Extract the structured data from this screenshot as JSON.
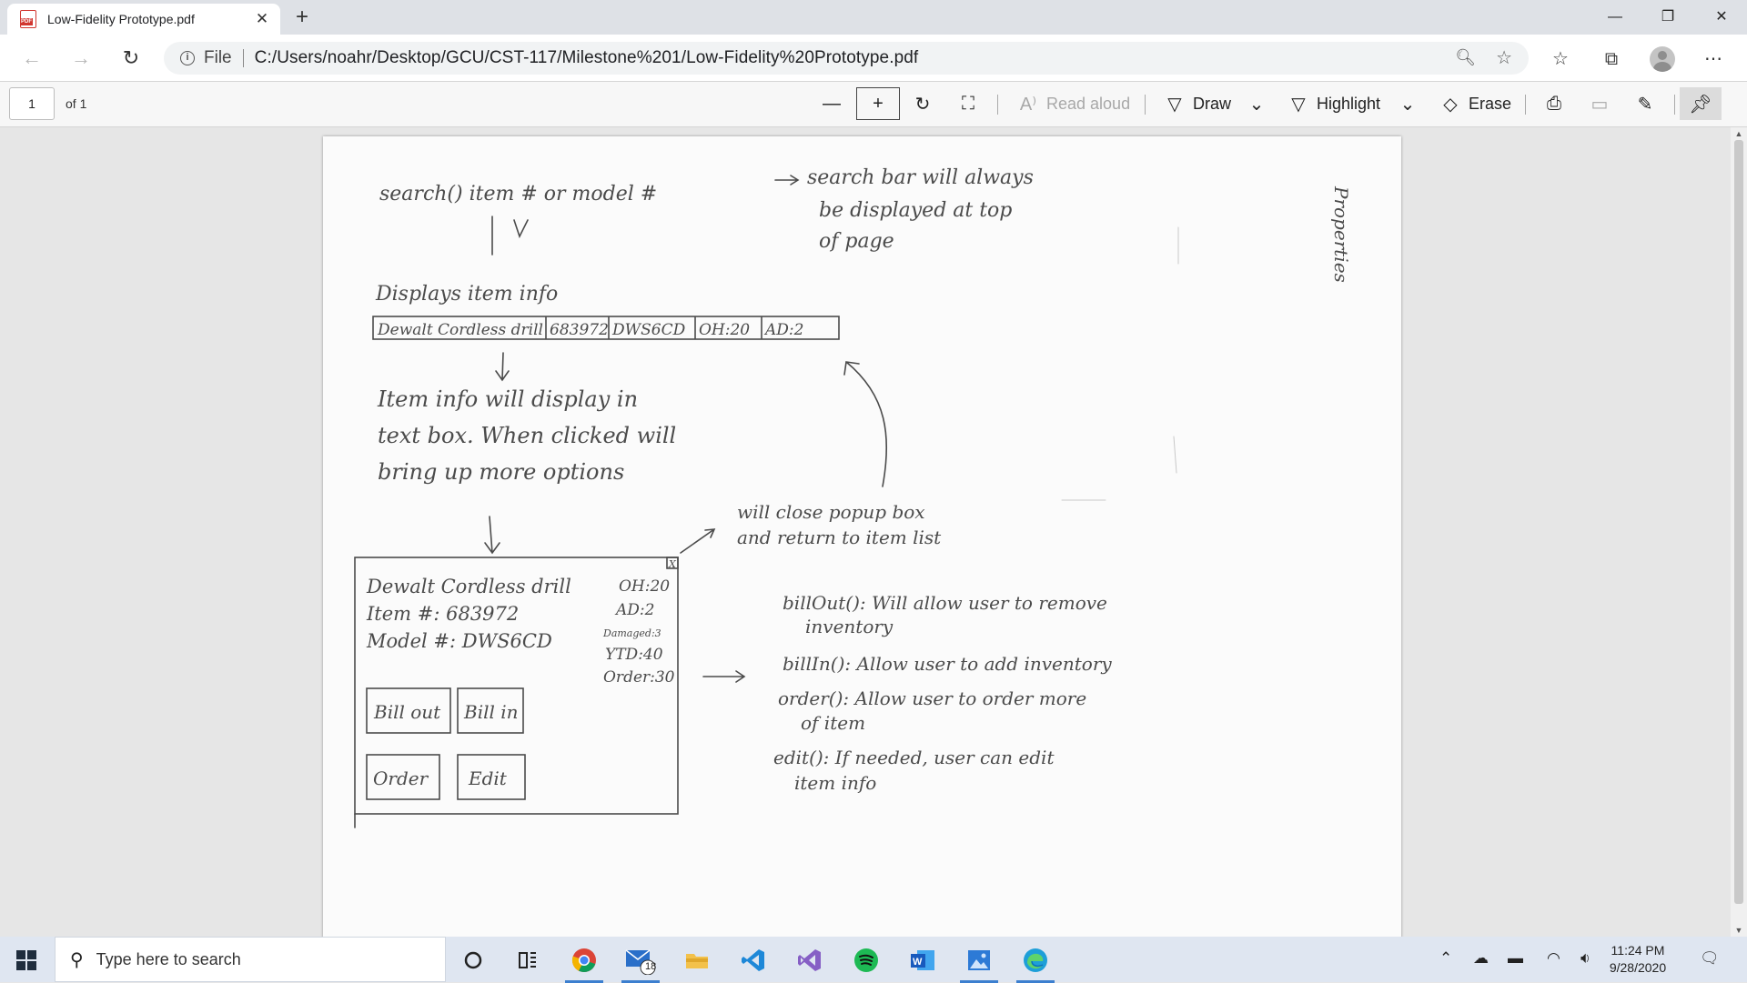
{
  "browser": {
    "tab_title": "Low-Fidelity Prototype.pdf",
    "url_scheme": "File",
    "url": "C:/Users/noahr/Desktop/GCU/CST-117/Milestone%201/Low-Fidelity%20Prototype.pdf"
  },
  "pdf_toolbar": {
    "page_number": "1",
    "page_of": "of 1",
    "read_aloud": "Read aloud",
    "draw": "Draw",
    "highlight": "Highlight",
    "erase": "Erase"
  },
  "sketch": {
    "search_line": "search() item #  or model #",
    "search_note_1": "search bar will always",
    "search_note_2": "be displayed at top",
    "search_note_3": "of page",
    "properties": "Properties",
    "displays_info": "Displays item info",
    "row_cells": [
      "Dewalt Cordless drill",
      "683972",
      "DWS6CD",
      "OH:20",
      "AD:2"
    ],
    "item_note_1": "Item info will display in",
    "item_note_2": "text box. When clicked will",
    "item_note_3": "bring up more options",
    "close_note_1": "will close popup box",
    "close_note_2": "and return to item list",
    "popup_close": "X",
    "popup_name": "Dewalt Cordless drill",
    "popup_item": "Item #: 683972",
    "popup_model": "Model #: DWS6CD",
    "popup_stats": [
      "OH:20",
      "AD:2",
      "Damaged:3",
      "YTD:40",
      "Order:30"
    ],
    "popup_buttons": [
      "Bill out",
      "Bill in",
      "Order",
      "Edit"
    ],
    "methods": [
      "billOut(): Will allow user to remove",
      "inventory",
      "billIn(): Allow user to add inventory",
      "order(): Allow user to order more",
      "of item",
      "edit(): If needed, user can edit",
      "item info"
    ]
  },
  "taskbar": {
    "search_placeholder": "Type here to search",
    "mail_badge": "18",
    "time": "11:24 PM",
    "date": "9/28/2020"
  }
}
